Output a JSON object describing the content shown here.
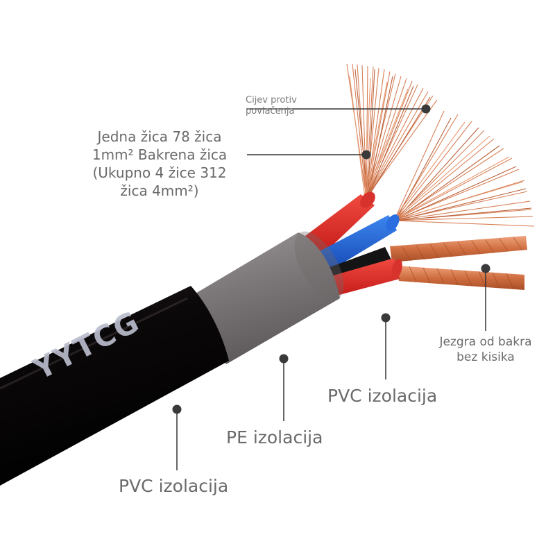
{
  "diagram": {
    "brand_print": "YYTCG",
    "colors": {
      "outer_jacket": "#0d0a0c",
      "inner_sheath": "#7b7677",
      "red_insulation": "#e02a26",
      "blue_insulation": "#1f63d6",
      "black_insulation": "#151515",
      "copper": "#d2764a",
      "leader_line": "#333333",
      "leader_dot": "#3a3a3a",
      "label_text": "#6a6a6a"
    },
    "labels": {
      "anti_pull": {
        "line1": "Cijev protiv",
        "line2": "povlačenja"
      },
      "strand_spec": {
        "line1": "Jedna žica 78 žica",
        "line2": "1mm² Bakrena žica",
        "line3": "(Ukupno 4 žice 312",
        "line4": "žica 4mm²)"
      },
      "copper_core": {
        "line1": "Jezgra od bakra",
        "line2": "bez kisika"
      },
      "pvc_inner": "PVC izolacija",
      "pe_insulation": "PE izolacija",
      "pvc_outer": "PVC izolacija"
    }
  }
}
